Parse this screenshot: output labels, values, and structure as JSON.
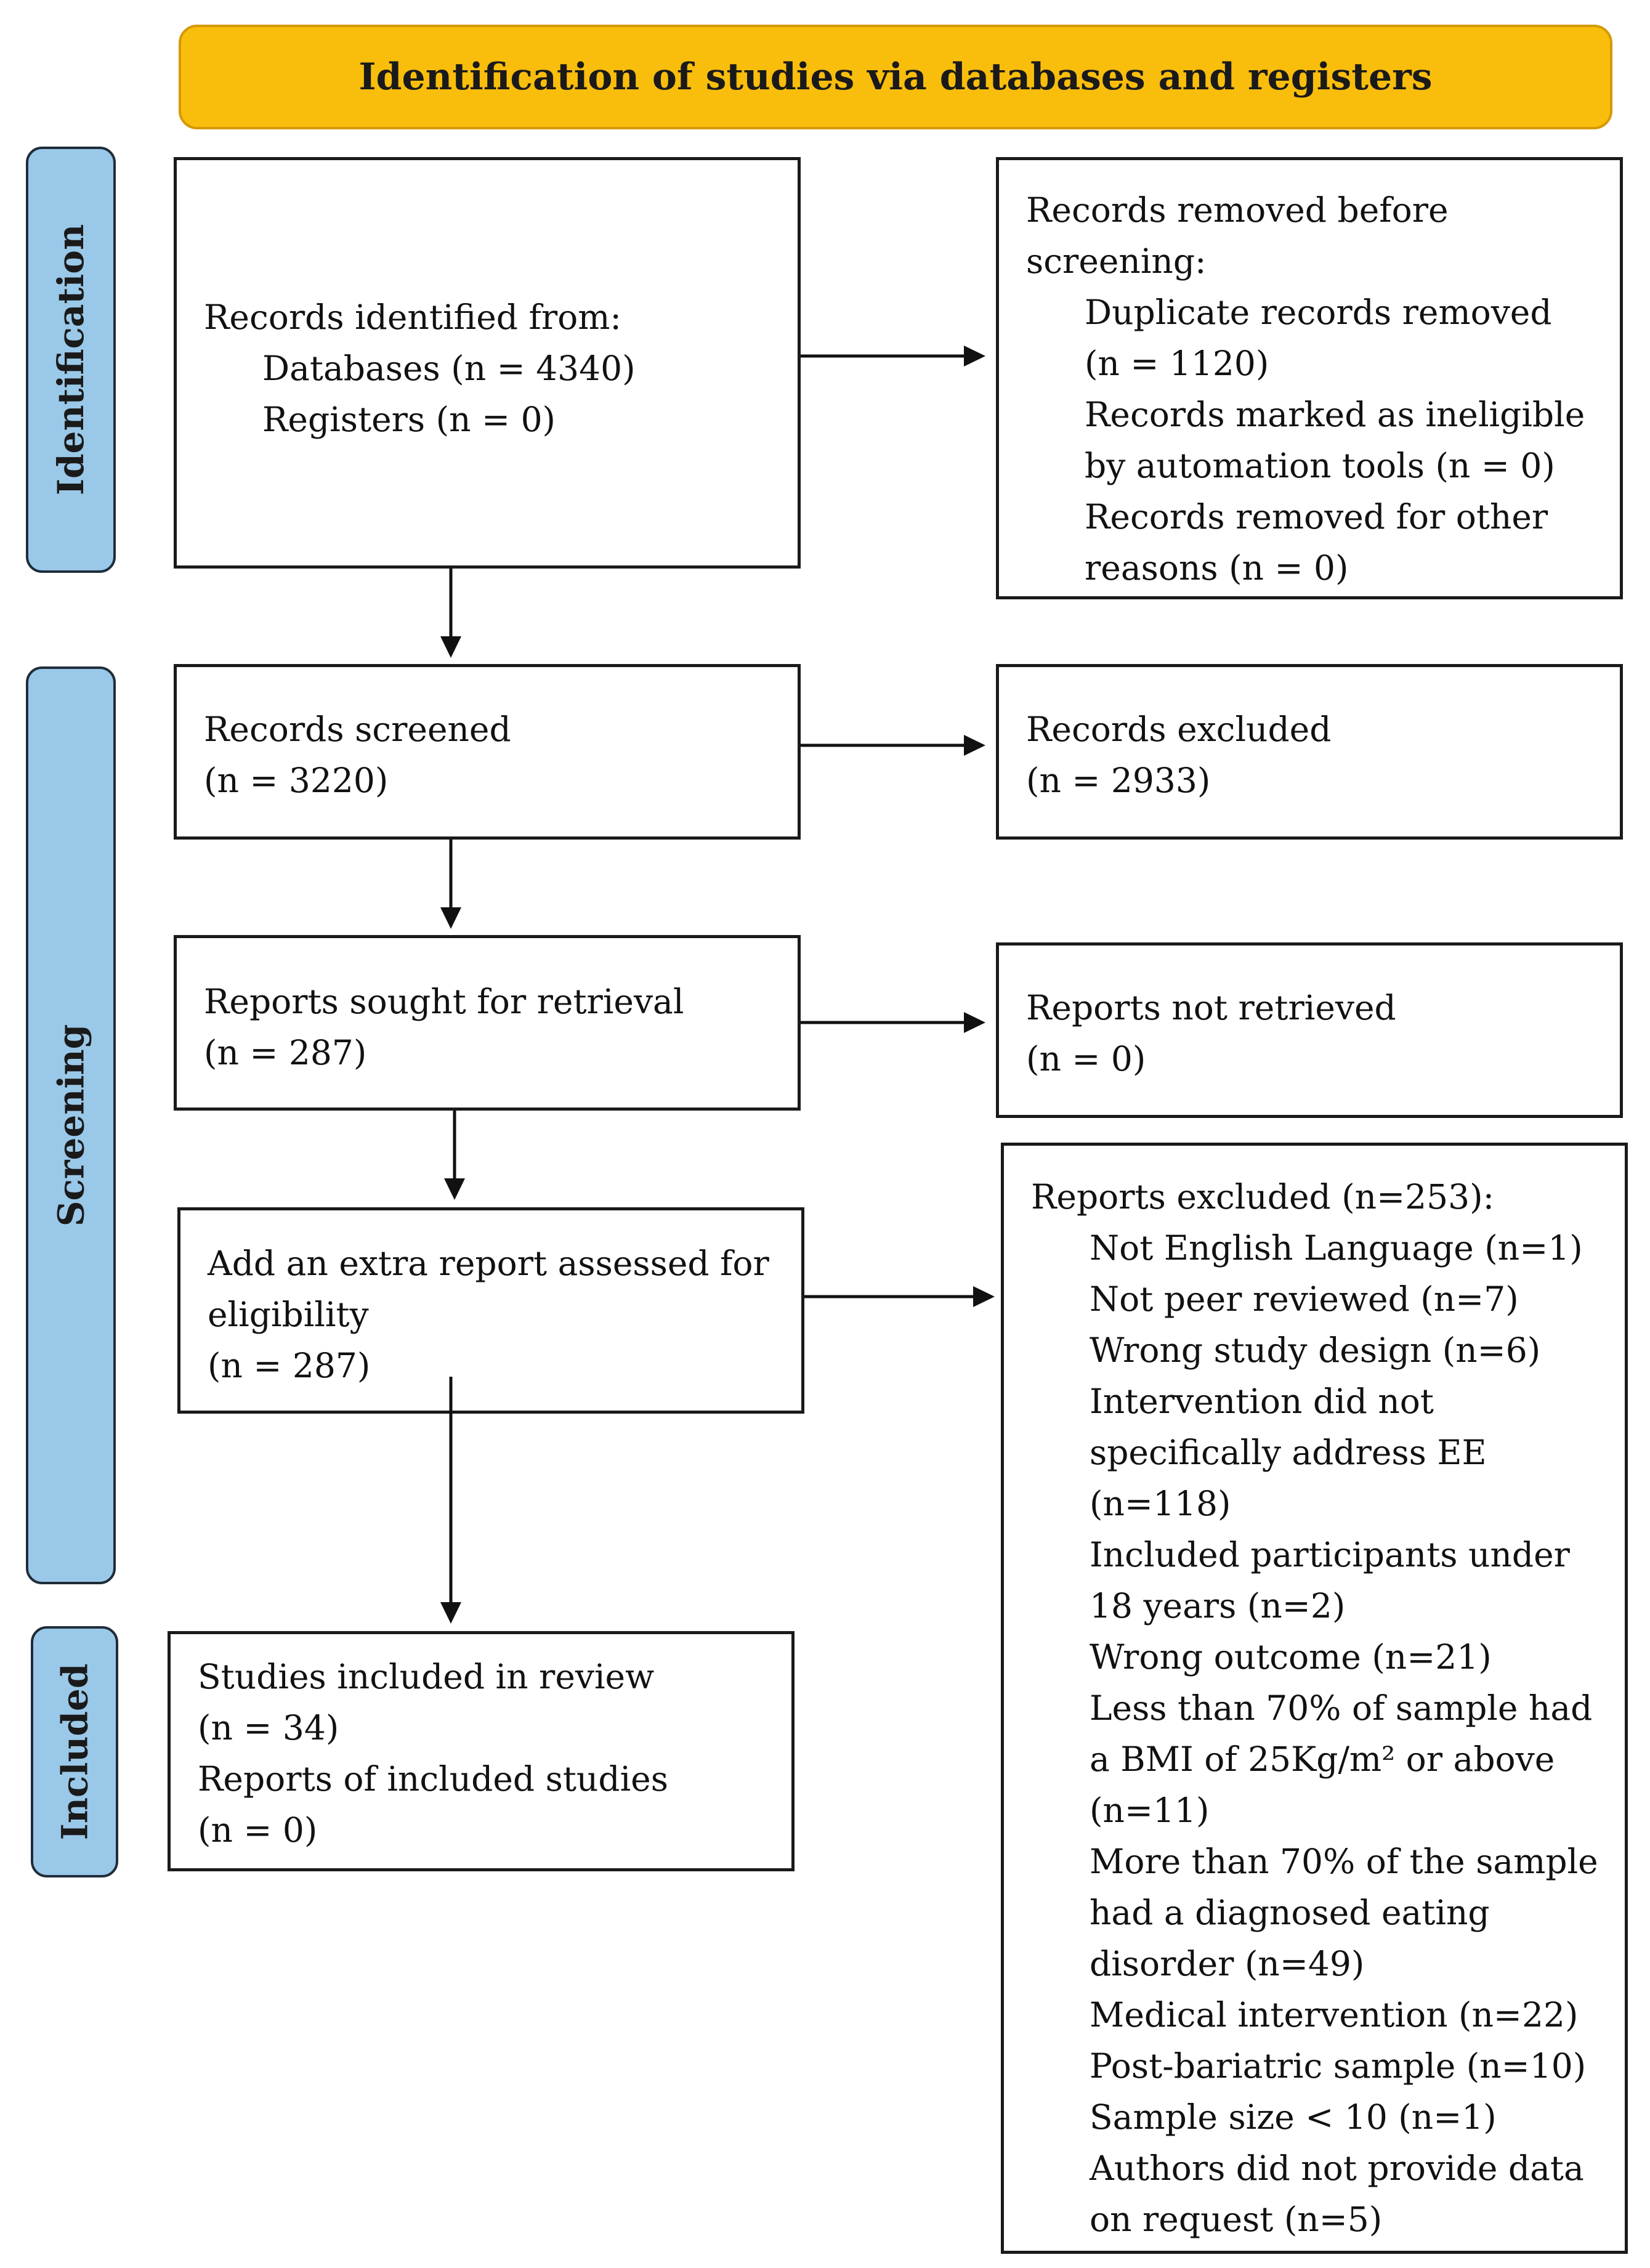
{
  "header": {
    "title": "Identification of studies via databases and registers"
  },
  "phases": {
    "identification": "Identification",
    "screening": "Screening",
    "included": "Included"
  },
  "boxes": {
    "identified": {
      "title": "Records identified from:",
      "databases": "Databases (n = 4340)",
      "registers": "Registers (n = 0)"
    },
    "removed": {
      "title_1": "Records removed before",
      "title_2": "screening:",
      "dup_1": "Duplicate records removed",
      "dup_2": "(n = 1120)",
      "auto_1": "Records marked as ineligible",
      "auto_2": "by automation tools (n = 0)",
      "other_1": "Records removed for other",
      "other_2": "reasons (n = 0)"
    },
    "screened": {
      "title": "Records screened",
      "count": "(n = 3220)"
    },
    "excluded": {
      "title": "Records excluded",
      "count": "(n = 2933)"
    },
    "sought": {
      "title": "Reports sought for retrieval",
      "count": "(n = 287)"
    },
    "not_retrieved": {
      "title": "Reports not retrieved",
      "count": "(n = 0)"
    },
    "extra": {
      "title_1": "Add an extra report assessed for",
      "title_2": "eligibility",
      "count": "(n = 287)"
    },
    "reports_excluded": {
      "title": "Reports excluded (n=253):",
      "lines": [
        "Not English Language (n=1)",
        "Not peer reviewed (n=7)",
        "Wrong study design (n=6)",
        "Intervention did not",
        "specifically address EE",
        "(n=118)",
        "Included participants under",
        "18 years (n=2)",
        "Wrong outcome (n=21)",
        "Less than 70% of sample had",
        "a BMI of 25Kg/m² or above",
        "(n=11)",
        "More than 70% of the sample",
        "had a diagnosed eating",
        "disorder (n=49)",
        "Medical intervention (n=22)",
        "Post-bariatric sample (n=10)",
        "Sample size < 10 (n=1)",
        "Authors did not provide data",
        "on request (n=5)"
      ]
    },
    "included": {
      "studies": "Studies included in review",
      "studies_count": "(n = 34)",
      "reports": "Reports of included studies",
      "reports_count": "(n = 0)"
    }
  }
}
